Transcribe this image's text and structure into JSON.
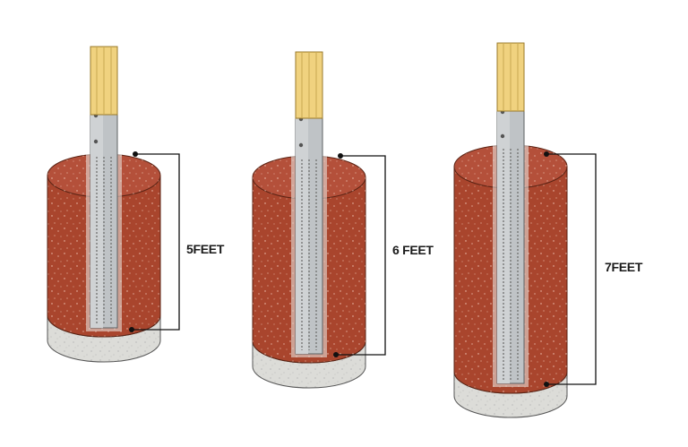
{
  "posts": [
    {
      "label": "5FEET"
    },
    {
      "label": "6 FEET"
    },
    {
      "label": "7FEET"
    }
  ],
  "colors": {
    "soil": "#a9452d",
    "soil_dark": "#8a3422",
    "concrete": "#e4e4e1",
    "wood": "#f0d27f",
    "steel": "#bfc3c6",
    "line": "#111111"
  }
}
